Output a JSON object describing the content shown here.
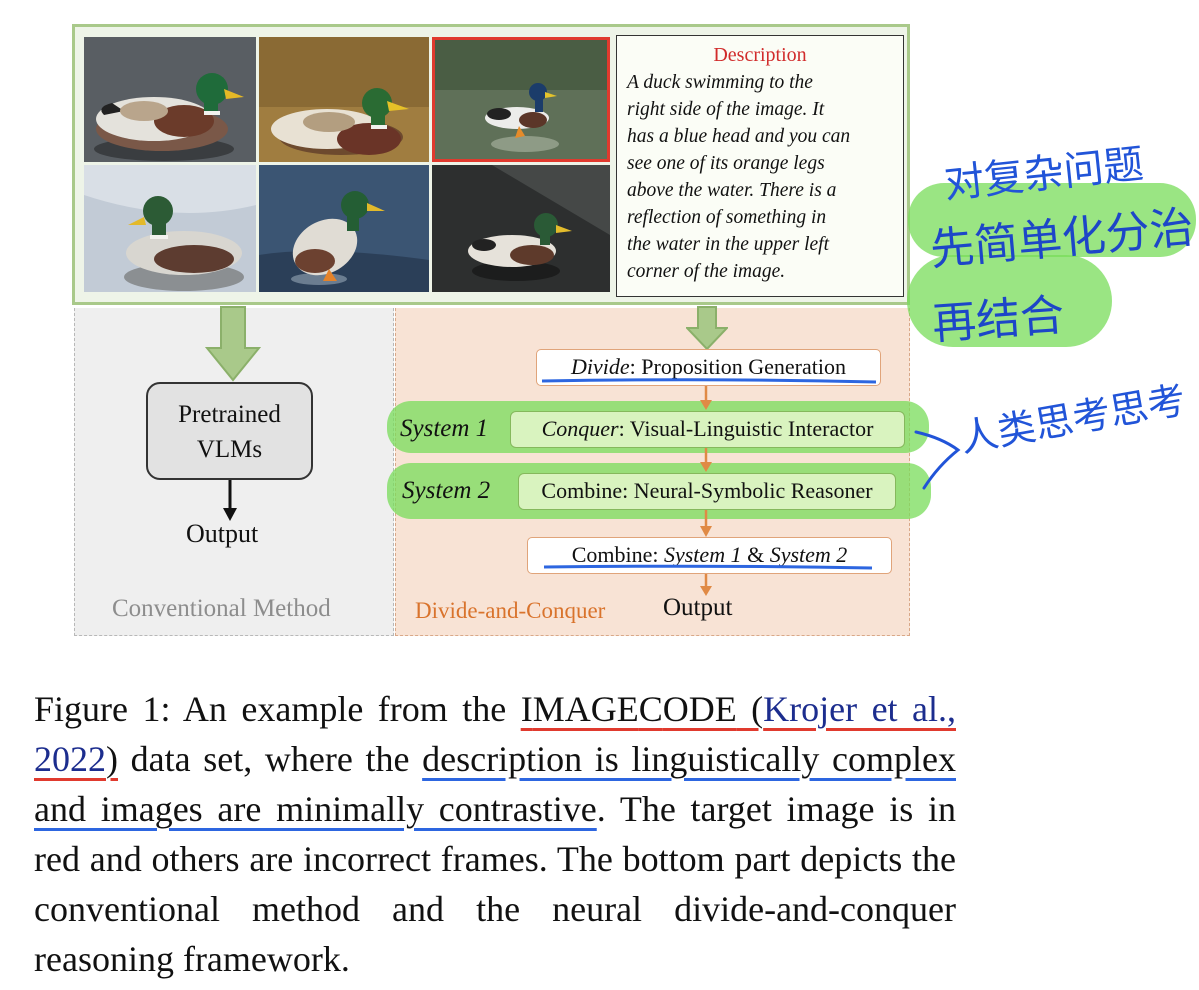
{
  "figure": {
    "description_title": "Description",
    "description_lines": [
      "A duck swimming to the",
      "right side of the image. It",
      "has a blue head and you can",
      "see one of its orange legs",
      "above the water. There is a",
      "reflection of something in",
      "the water in the upper left",
      "corner of the image."
    ],
    "conventional": {
      "vlm_line1": "Pretrained",
      "vlm_line2": "VLMs",
      "output": "Output",
      "label": "Conventional Method"
    },
    "divide_and_conquer": {
      "label": "Divide-and-Conquer",
      "output": "Output",
      "divide_term": "Divide",
      "divide_rest": ": Proposition Generation",
      "system1": "System 1",
      "conquer_term": "Conquer",
      "conquer_rest": ": Visual-Linguistic Interactor",
      "system2": "System 2",
      "combine_neural": "Combine: Neural-Symbolic Reasoner",
      "combine_prefix": "Combine: ",
      "combine_s1": "System 1",
      "combine_amp": " & ",
      "combine_s2": "System 2"
    },
    "colors": {
      "target_border": "#e03a2e",
      "panel_border": "#a9c98a",
      "dac_background": "#f8e3d5",
      "conventional_background": "#efefef",
      "highlight_green": "#78dc5a",
      "orange_arrow": "#e08a45",
      "ink_blue": "#2154d8"
    }
  },
  "caption": {
    "label": "Figure 1: An example from the ",
    "dataset_i": "I",
    "dataset_mage": "MAGE",
    "dataset_c": "C",
    "dataset_ode": "ODE",
    "cite_open": " (",
    "cite_text": "Krojer et al., 2022",
    "cite_close": ")",
    "part2": " data set, where the ",
    "highlighted": "description is linguistically complex and images are minimally contrastive",
    "part3": ". The target image is in red and others are incorrect frames. The bottom part depicts the conventional method and the neural divide-and-conquer reasoning framework."
  },
  "annotations": {
    "note_line1": "对复杂问题",
    "note_line2": "先简单化分治",
    "note_line3": "再结合",
    "note_human": "人类思考思考"
  }
}
